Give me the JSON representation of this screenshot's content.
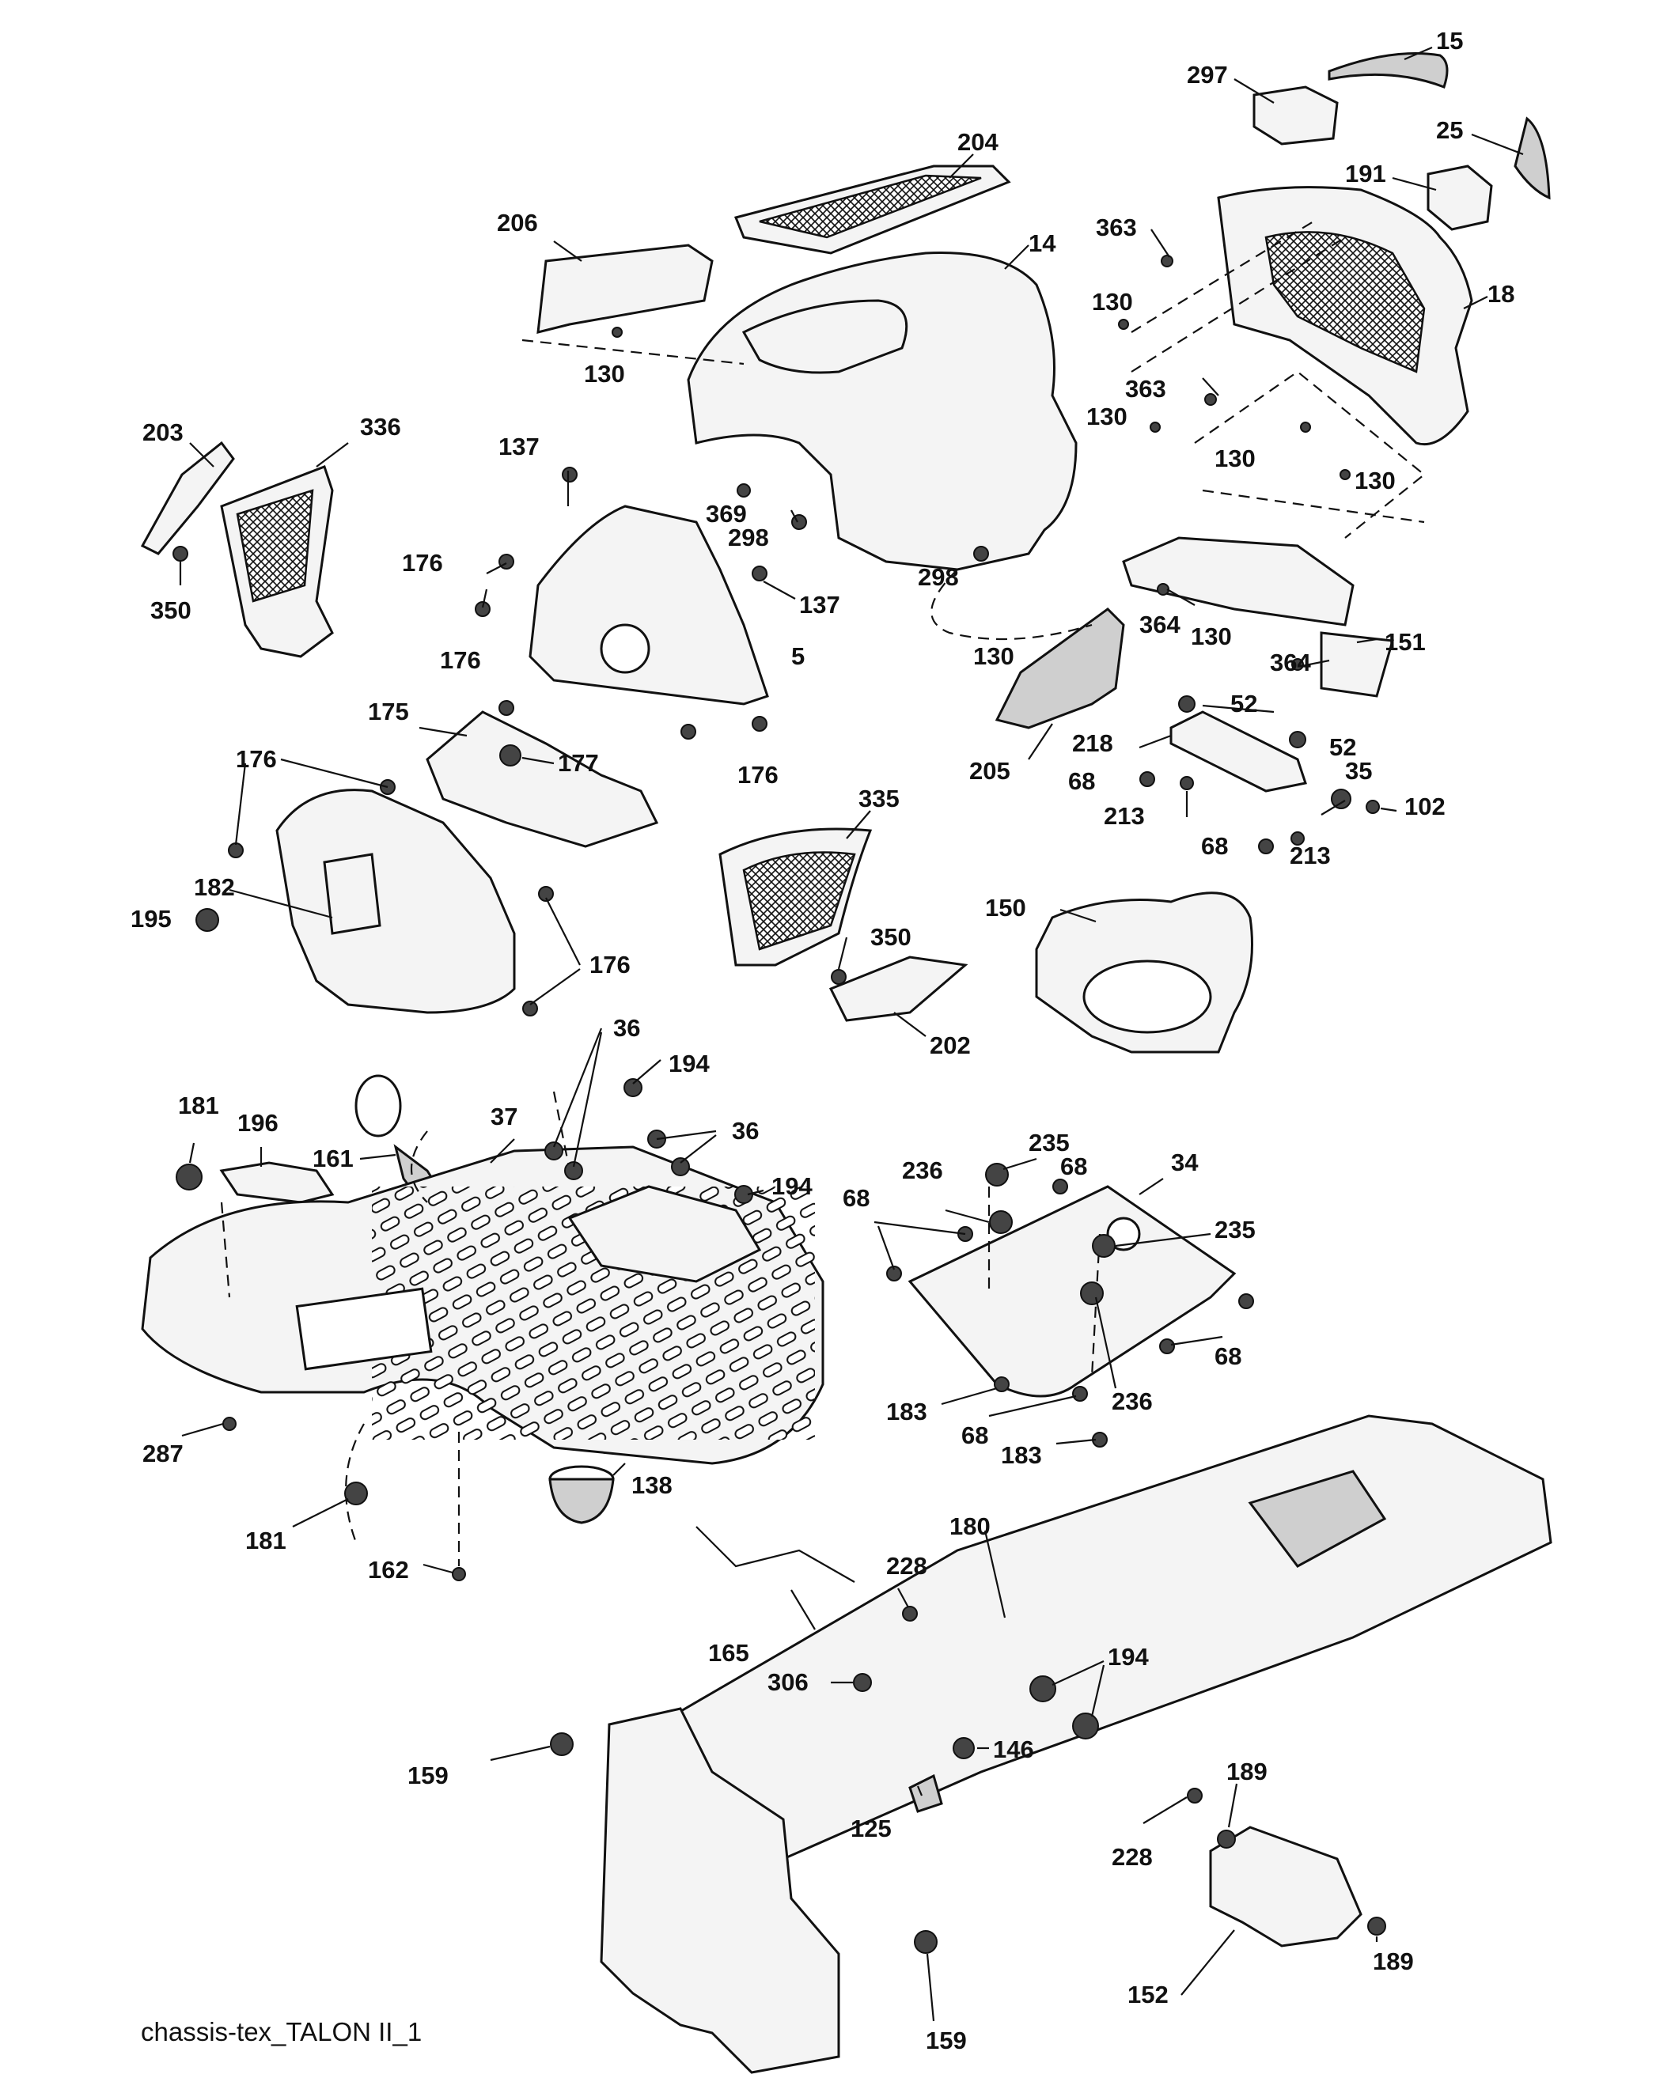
{
  "caption": "chassis-tex_TALON II_1",
  "callouts": [
    "15",
    "297",
    "25",
    "204",
    "191",
    "206",
    "14",
    "363",
    "130",
    "18",
    "336",
    "203",
    "137",
    "369",
    "298",
    "350",
    "176",
    "5",
    "364",
    "151",
    "52",
    "218",
    "175",
    "177",
    "205",
    "68",
    "213",
    "35",
    "102",
    "335",
    "195",
    "182",
    "150",
    "36",
    "194",
    "202",
    "181",
    "196",
    "161",
    "37",
    "235",
    "34",
    "236",
    "287",
    "183",
    "138",
    "162",
    "180",
    "228",
    "165",
    "306",
    "146",
    "159",
    "125",
    "189",
    "152"
  ]
}
